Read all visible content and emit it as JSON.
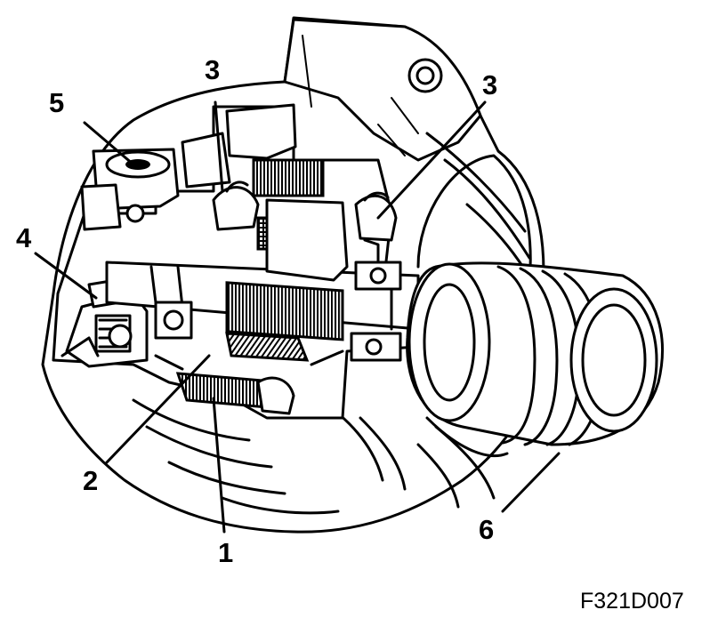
{
  "figure_code": "F321D007",
  "callouts": [
    {
      "id": "1",
      "text": "1"
    },
    {
      "id": "2",
      "text": "2"
    },
    {
      "id": "3a",
      "text": "3"
    },
    {
      "id": "3b",
      "text": "3"
    },
    {
      "id": "4",
      "text": "4"
    },
    {
      "id": "5",
      "text": "5"
    },
    {
      "id": "6",
      "text": "6"
    }
  ],
  "colors": {
    "line": "#000000",
    "background": "#ffffff"
  }
}
